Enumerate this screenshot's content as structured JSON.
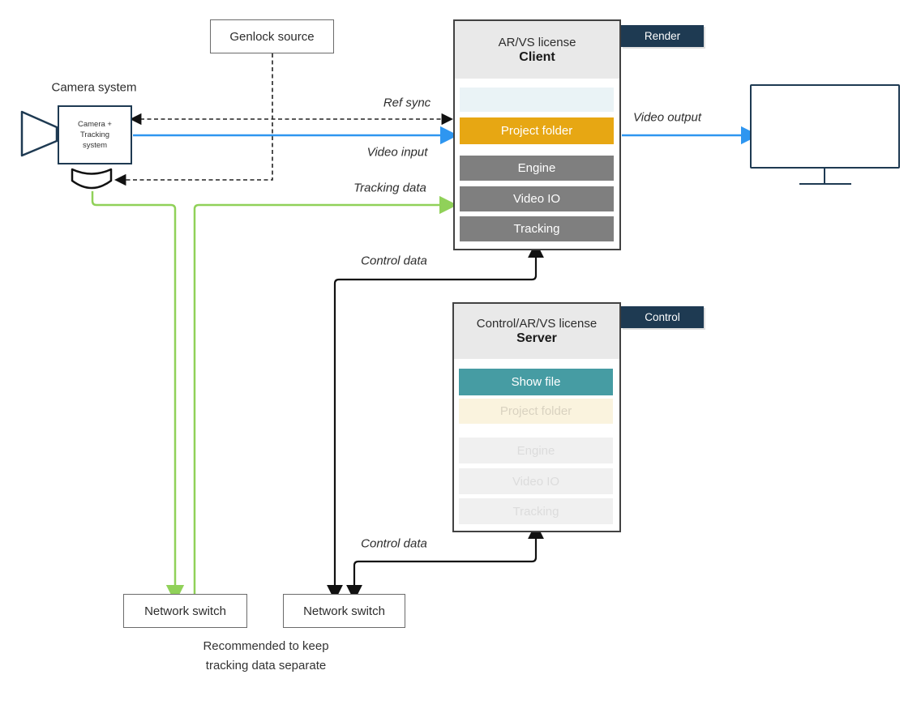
{
  "camera": {
    "title": "Camera system",
    "box_lines": [
      "Camera +",
      "Tracking",
      "system"
    ]
  },
  "genlock": {
    "label": "Genlock source"
  },
  "client": {
    "license": "AR/VS license",
    "role": "Client",
    "tag": "Render",
    "rows": [
      {
        "label": "",
        "state": "empty-pale"
      },
      {
        "label": "Project folder",
        "state": "active-orange"
      },
      {
        "label": "Engine",
        "state": "active-gray"
      },
      {
        "label": "Video IO",
        "state": "active-gray"
      },
      {
        "label": "Tracking",
        "state": "active-gray"
      }
    ]
  },
  "server": {
    "license": "Control/AR/VS license",
    "role": "Server",
    "tag": "Control",
    "rows": [
      {
        "label": "Show file",
        "state": "active-teal"
      },
      {
        "label": "Project folder",
        "state": "faded-cream"
      },
      {
        "label": "Engine",
        "state": "faded"
      },
      {
        "label": "Video IO",
        "state": "faded"
      },
      {
        "label": "Tracking",
        "state": "faded"
      }
    ]
  },
  "switches": {
    "left": {
      "label": "Network switch"
    },
    "right": {
      "label": "Network switch"
    }
  },
  "note": {
    "line1": "Recommended to keep",
    "line2": "tracking data separate"
  },
  "edges": {
    "ref_sync": "Ref sync",
    "video_input": "Video input",
    "tracking_data": "Tracking data",
    "control_data_top": "Control data",
    "control_data_bottom": "Control data",
    "video_output": "Video output"
  },
  "colors": {
    "video_blue": "#2E96F0",
    "tracking_green": "#90D159",
    "navy": "#1E3A52",
    "project_folder_orange": "#E7A713",
    "show_file_teal": "#469CA3",
    "module_gray": "#7F7F7F",
    "faded_cream": "#FAF3DE",
    "empty_pale_blue": "#EAF3F6",
    "header_gray": "#E9E9E9"
  }
}
